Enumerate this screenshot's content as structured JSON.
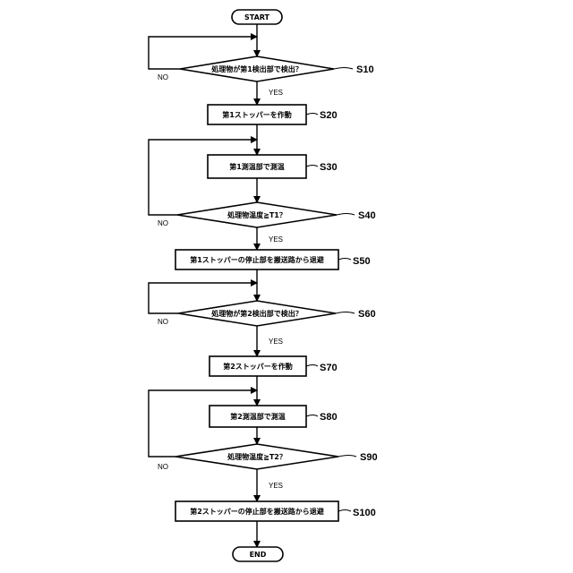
{
  "flowchart": {
    "start": "START",
    "end": "END",
    "yes": "YES",
    "no": "NO",
    "s10": {
      "text": "処理物が第1検出部で検出？",
      "step": "S10"
    },
    "s20": {
      "text": "第1ストッパーを作動",
      "step": "S20"
    },
    "s30": {
      "text": "第1測温部で測温",
      "step": "S30"
    },
    "s40": {
      "text": "処理物温度≧T1？",
      "step": "S40"
    },
    "s50": {
      "text": "第1ストッパーの停止部を搬送路から退避",
      "step": "S50"
    },
    "s60": {
      "text": "処理物が第2検出部で検出？",
      "step": "S60"
    },
    "s70": {
      "text": "第2ストッパーを作動",
      "step": "S70"
    },
    "s80": {
      "text": "第2測温部で測温",
      "step": "S80"
    },
    "s90": {
      "text": "処理物温度≧T2？",
      "step": "S90"
    },
    "s100": {
      "text": "第2ストッパーの停止部を搬送路から退避",
      "step": "S100"
    }
  }
}
